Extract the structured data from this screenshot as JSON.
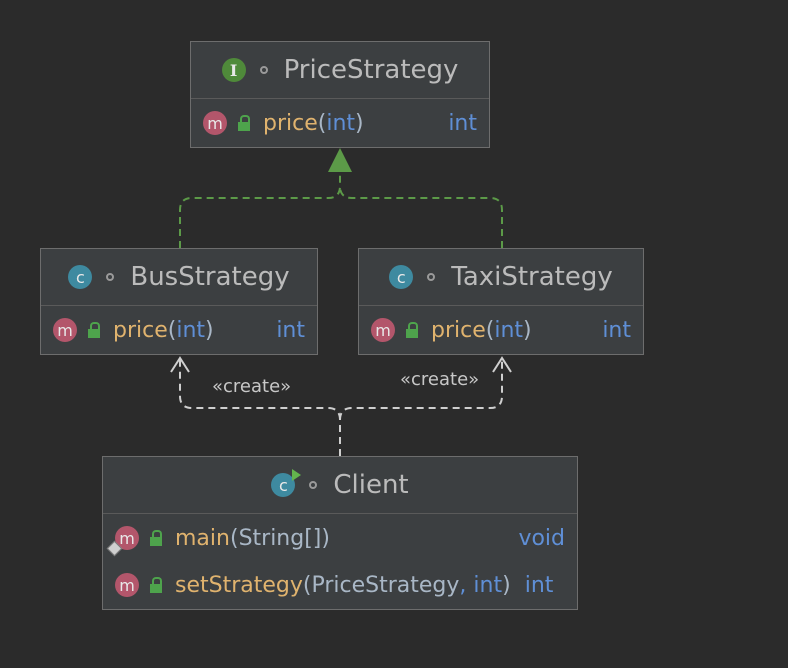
{
  "interface_box": {
    "badge": "I",
    "title": "PriceStrategy",
    "method": {
      "badge": "m",
      "name": "price",
      "open": "(",
      "param": "int",
      "close": ")",
      "return": "int"
    }
  },
  "bus_box": {
    "badge": "c",
    "title": "BusStrategy",
    "method": {
      "badge": "m",
      "name": "price",
      "open": "(",
      "param": "int",
      "close": ")",
      "return": "int"
    }
  },
  "taxi_box": {
    "badge": "c",
    "title": "TaxiStrategy",
    "method": {
      "badge": "m",
      "name": "price",
      "open": "(",
      "param": "int",
      "close": ")",
      "return": "int"
    }
  },
  "client_box": {
    "badge": "c",
    "title": "Client",
    "methods": [
      {
        "badge": "m",
        "name": "main",
        "open": "(",
        "param": "String[]",
        "close": ")",
        "return": "void"
      },
      {
        "badge": "m",
        "name": "setStrategy",
        "open": "(",
        "param": "PriceStrategy",
        "param2": "int",
        "close": ")",
        "return": "int"
      }
    ]
  },
  "edges": {
    "create_left": "«create»",
    "create_right": "«create»"
  },
  "colors": {
    "background": "#2b2b2b",
    "box": "#3c3f41",
    "implements_line": "#5c9a48",
    "dependency_line": "#cfcfcf",
    "method_name": "#e0b36e",
    "keyword": "#5f8fd6"
  }
}
